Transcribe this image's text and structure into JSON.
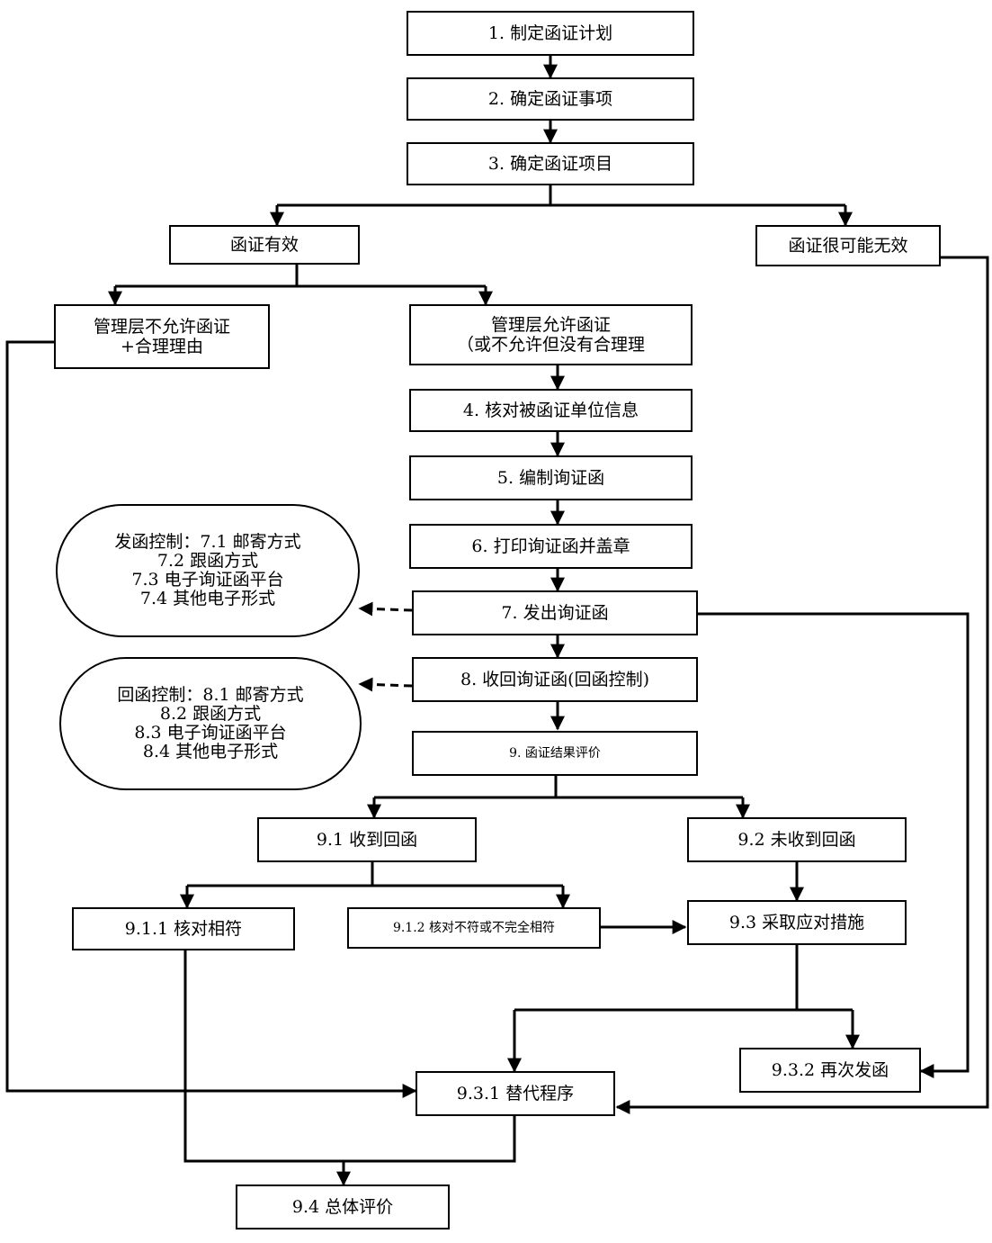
{
  "steps": {
    "s1": "1. 制定函证计划",
    "s2": "2. 确定函证事项",
    "s3": "3. 确定函证项目",
    "valid": "函证有效",
    "invalid": "函证很可能无效",
    "mgmt_no": [
      "管理层不允许函证",
      "+合理理由"
    ],
    "mgmt_yes": [
      "管理层允许函证",
      "（或不允许但没有合理理"
    ],
    "s4": "4. 核对被函证单位信息",
    "s5": "5. 编制询证函",
    "s6": "6. 打印询证函并盖章",
    "s7": "7. 发出询证函",
    "s8": "8. 收回询证函(回函控制)",
    "s9": "9. 函证结果评价",
    "s91": "9.1 收到回函",
    "s92": "9.2 未收到回函",
    "s911": "9.1.1 核对相符",
    "s912": "9.1.2 核对不符或不完全相符",
    "s93": "9.3 采取应对措施",
    "s931": "9.3.1 替代程序",
    "s932": "9.3.2 再次发函",
    "s94": "9.4 总体评价"
  },
  "send_control": [
    "发函控制：7.1 邮寄方式",
    "7.2 跟函方式",
    "7.3 电子询证函平台",
    "7.4 其他电子形式"
  ],
  "return_control": [
    "回函控制：8.1 邮寄方式",
    "8.2 跟函方式",
    "8.3 电子询证函平台",
    "8.4 其他电子形式"
  ]
}
